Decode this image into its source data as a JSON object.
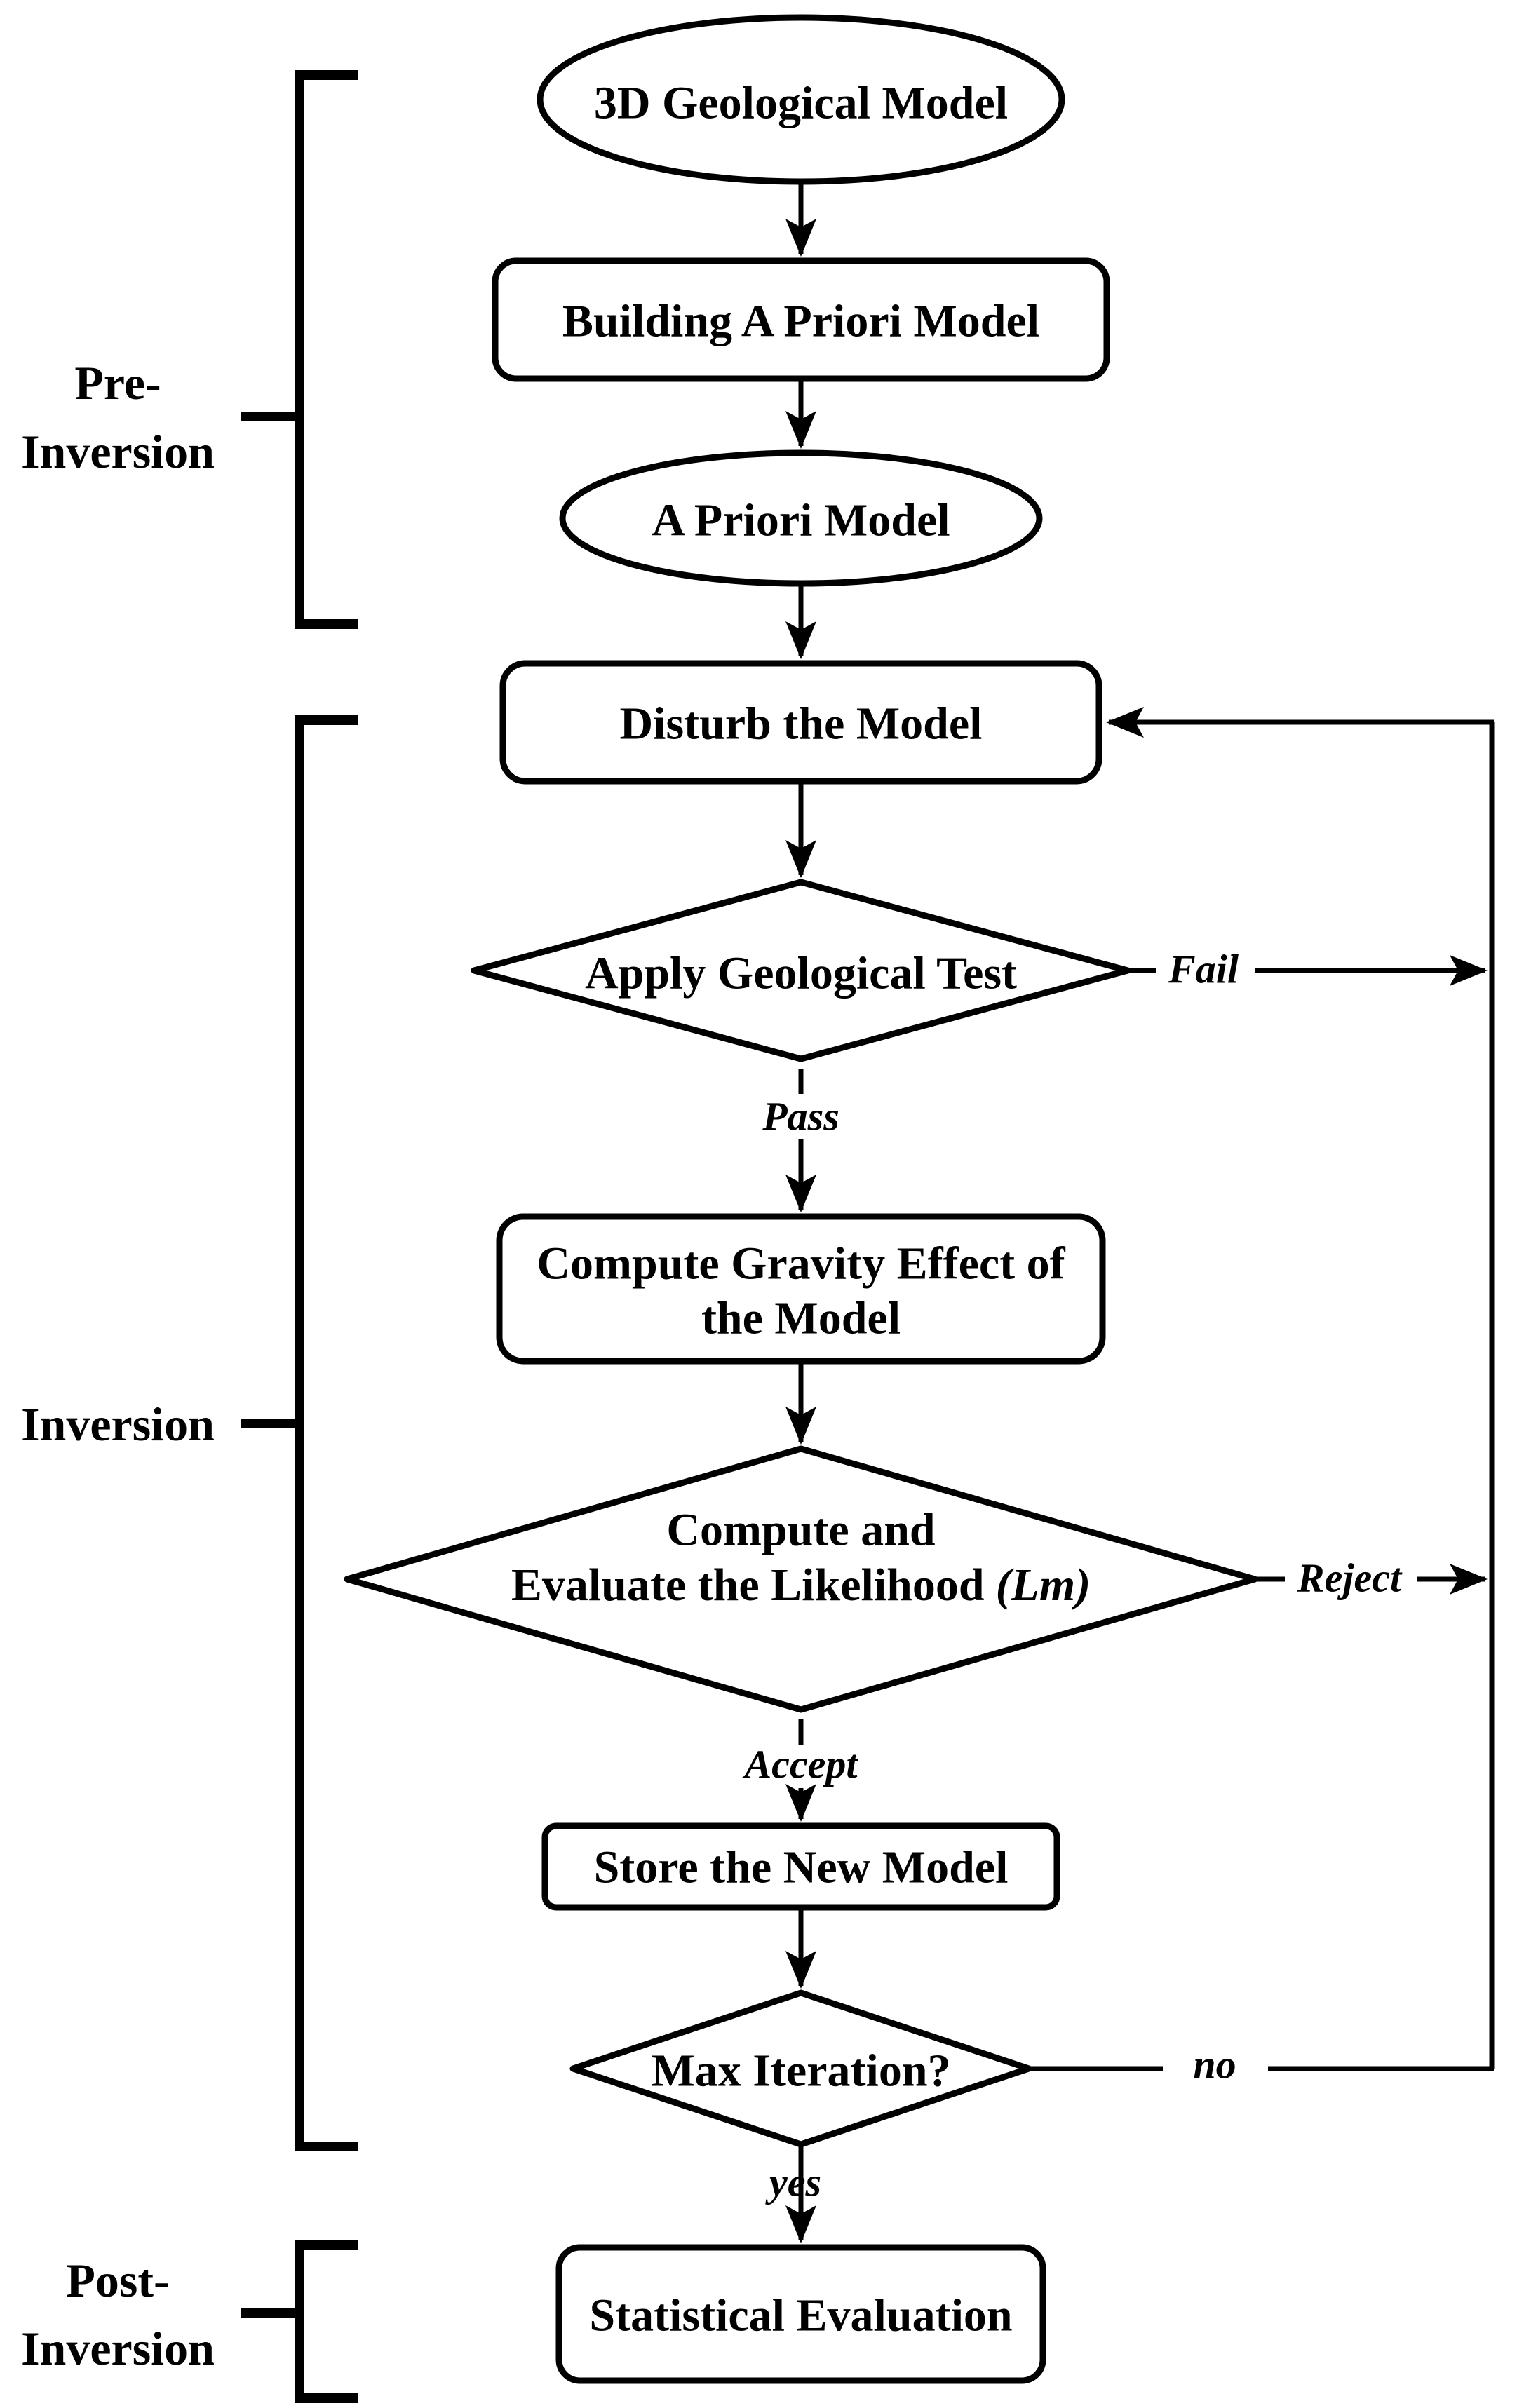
{
  "colors": {
    "ink": "#000000",
    "background": "#ffffff"
  },
  "sections": {
    "pre": {
      "label_line1": "Pre-",
      "label_line2": "Inversion"
    },
    "main": {
      "label": "Inversion"
    },
    "post": {
      "label_line1": "Post-",
      "label_line2": "Inversion"
    }
  },
  "nodes": {
    "geological_model": "3D Geological Model",
    "building_apriori": "Building A Priori Model",
    "apriori_model": "A Priori Model",
    "disturb": "Disturb the Model",
    "geological_test": "Apply Geological Test",
    "gravity_line1": "Compute Gravity Effect of",
    "gravity_line2": "the Model",
    "likelihood_line1": "Compute and",
    "likelihood_line2a": "Evaluate the Likelihood",
    "likelihood_line2b": "(Lm)",
    "store": "Store the New Model",
    "max_iteration": "Max Iteration?",
    "statistical": "Statistical Evaluation"
  },
  "edges": {
    "fail": "Fail",
    "pass": "Pass",
    "reject": "Reject",
    "accept": "Accept",
    "no": "no",
    "yes": "yes"
  }
}
